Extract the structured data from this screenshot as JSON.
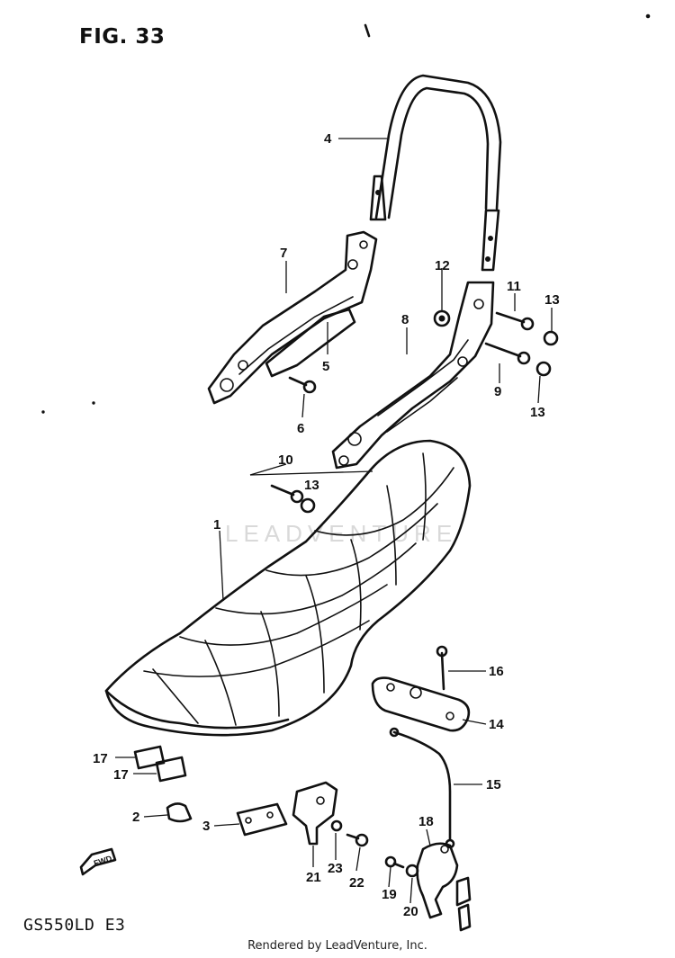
{
  "figure": {
    "title": "FIG. 33"
  },
  "model_code": "GS550LD E3",
  "credit": "Rendered by LeadVenture, Inc.",
  "watermark": "LEADVENTURE",
  "direction_arrow": {
    "label": "FWD",
    "icon": "fwd-arrow-icon"
  },
  "callouts": {
    "c4": "4",
    "c7": "7",
    "c5": "5",
    "c6": "6",
    "c12": "12",
    "c11": "11",
    "c13a": "13",
    "c8": "8",
    "c9": "9",
    "c13b": "13",
    "c10": "10",
    "c13c": "13",
    "c1": "1",
    "c16": "16",
    "c14": "14",
    "c17a": "17",
    "c17b": "17",
    "c15": "15",
    "c2": "2",
    "c3": "3",
    "c18": "18",
    "c21": "21",
    "c23": "23",
    "c22": "22",
    "c19": "19",
    "c20": "20"
  }
}
